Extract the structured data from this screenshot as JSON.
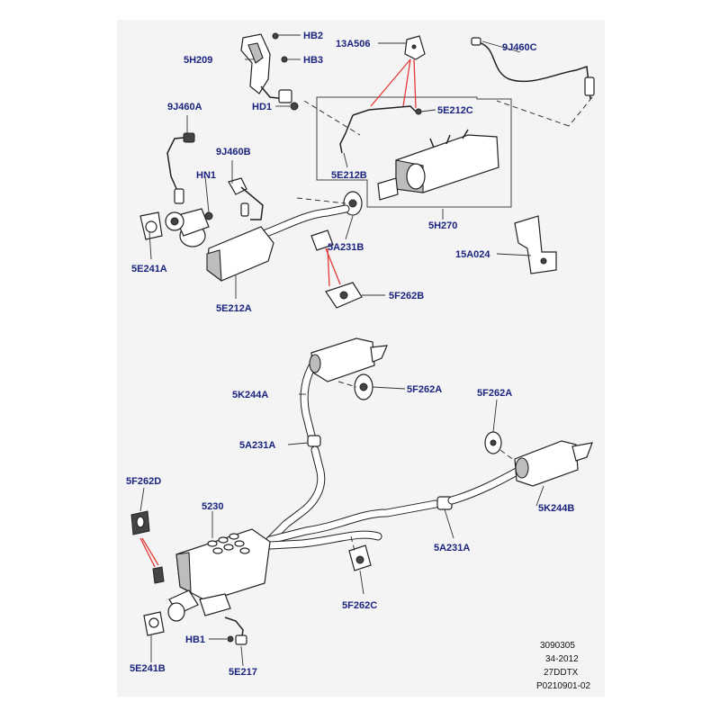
{
  "labels": {
    "HB2": "HB2",
    "HB3": "HB3",
    "5H209": "5H209",
    "13A506": "13A506",
    "9J460C": "9J460C",
    "9J460A": "9J460A",
    "HD1": "HD1",
    "5E212C": "5E212C",
    "9J460B": "9J460B",
    "HN1": "HN1",
    "5E212B": "5E212B",
    "5H270": "5H270",
    "5A231B": "5A231B",
    "15A024": "15A024",
    "5E241A": "5E241A",
    "5F262B": "5F262B",
    "5E212A": "5E212A",
    "5K244A": "5K244A",
    "5F262A_top": "5F262A",
    "5F262A_right": "5F262A",
    "5A231A_left": "5A231A",
    "5F262D": "5F262D",
    "5230": "5230",
    "5K244B": "5K244B",
    "5A231A_right": "5A231A",
    "5F262C": "5F262C",
    "HB1": "HB1",
    "5E241B": "5E241B",
    "5E217": "5E217"
  },
  "footer": {
    "line1": "3090305",
    "line2": "34-2012",
    "line3": "27DDTX",
    "line4": "P0210901-02"
  },
  "colors": {
    "label": "#1a237e",
    "callout_red": "#e53935",
    "panel": "#f4f4f4"
  }
}
